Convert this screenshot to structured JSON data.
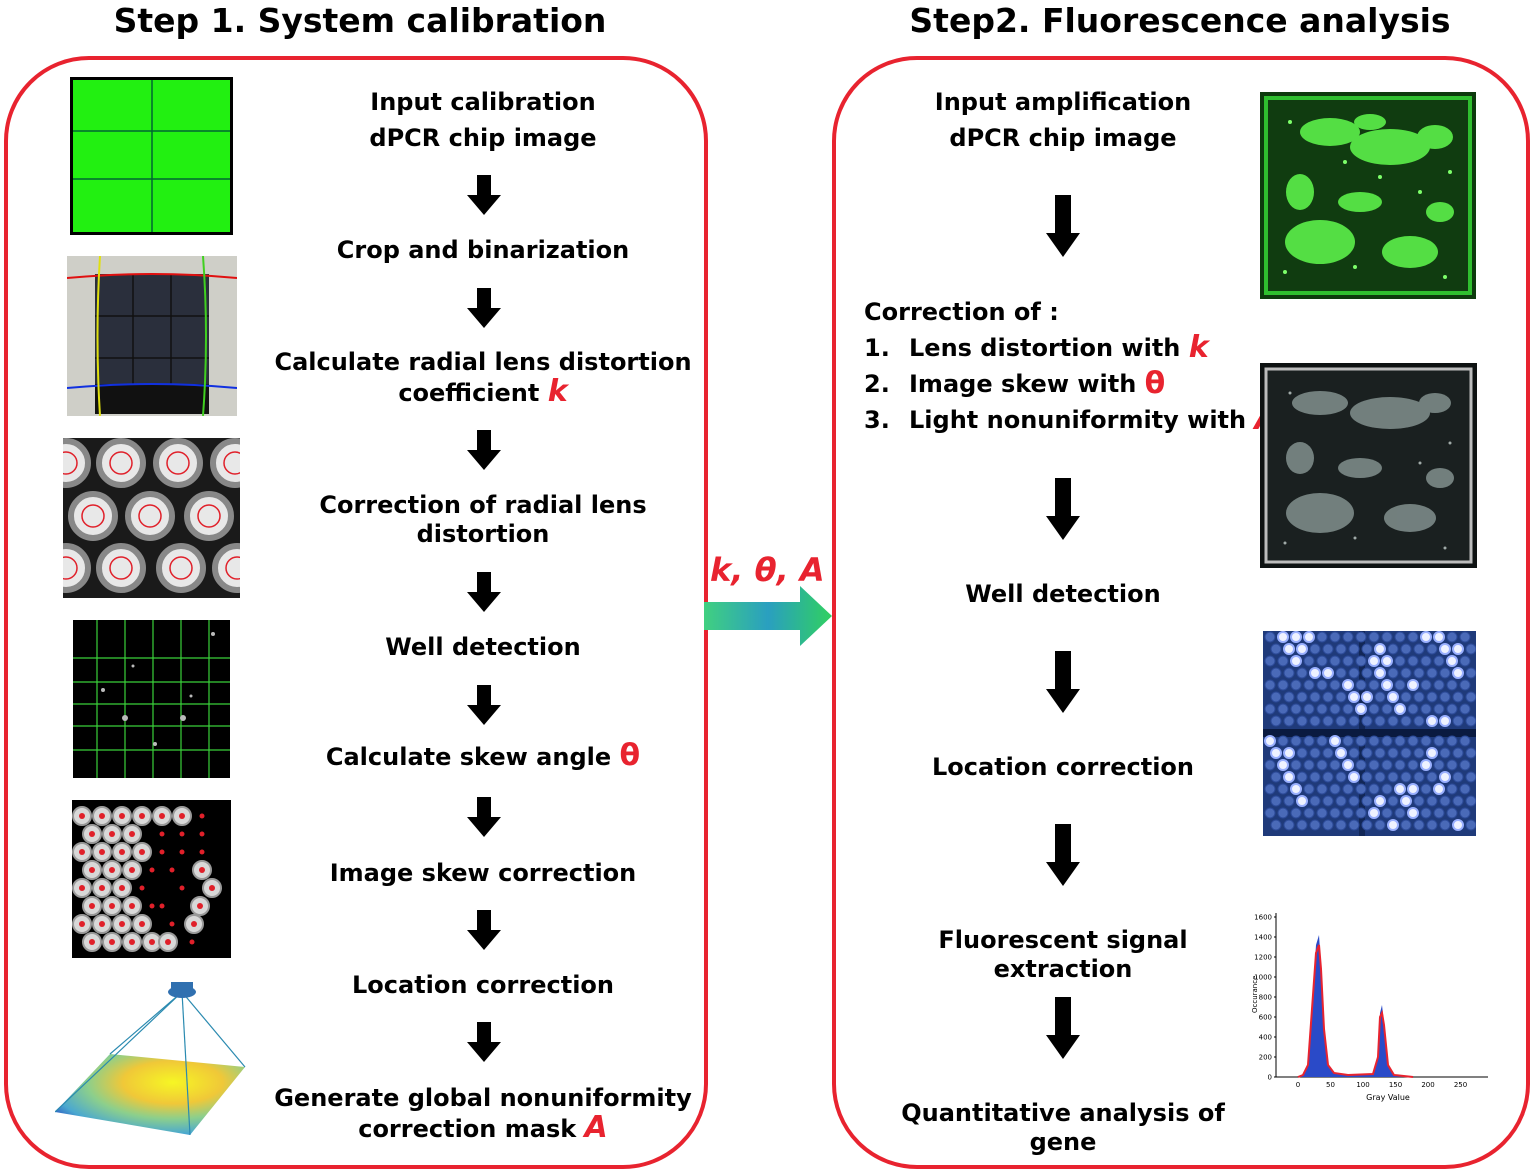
{
  "step1": {
    "title": "Step 1. System calibration",
    "steps": [
      {
        "line1": "Input calibration",
        "line2": "dPCR chip image"
      },
      {
        "line1": "Crop and binarization"
      },
      {
        "line1": "Calculate radial lens distortion",
        "line2": "coefficient",
        "var": "k"
      },
      {
        "line1": "Correction of radial lens",
        "line2": "distortion"
      },
      {
        "line1": "Well detection"
      },
      {
        "line1": "Calculate skew angle",
        "var": "θ"
      },
      {
        "line1": "Image skew correction"
      },
      {
        "line1": "Location correction"
      },
      {
        "line1": "Generate global nonuniformity",
        "line2": "correction mask",
        "var": "A"
      }
    ]
  },
  "step2": {
    "title": "Step2. Fluorescence analysis",
    "input": {
      "line1": "Input amplification",
      "line2": "dPCR chip image"
    },
    "correction_heading": "Correction of :",
    "corrections": [
      {
        "num": "1.",
        "text": "Lens distortion with",
        "var": "k"
      },
      {
        "num": "2.",
        "text": "Image skew with",
        "var": "θ"
      },
      {
        "num": "3.",
        "text": "Light nonuniformity with",
        "var": "A"
      }
    ],
    "well_detection": "Well detection",
    "location_correction": "Location correction",
    "signal_extraction": "Fluorescent signal extraction",
    "quant": "Quantitative analysis of gene"
  },
  "transfer_label": "k, θ, A",
  "histogram": {
    "ylabel": "Occurance",
    "xlabel": "Gray Value",
    "yticks": [
      "0",
      "200",
      "400",
      "600",
      "800",
      "1000",
      "1200",
      "1400",
      "1600"
    ],
    "xticks": [
      "0",
      "50",
      "100",
      "150",
      "200",
      "250"
    ]
  },
  "colors": {
    "accent": "#e8232f",
    "arrow": "#000000"
  }
}
